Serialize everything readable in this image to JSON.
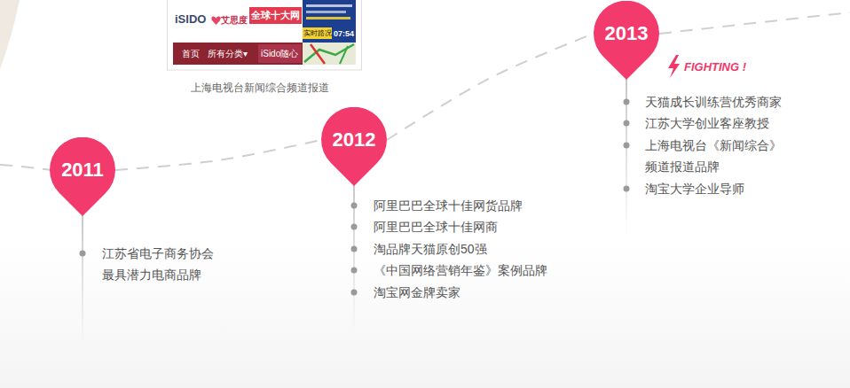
{
  "diagram": {
    "nodes": [
      {
        "text": [
          "2011"
        ]
      },
      {
        "text": [
          "2012"
        ]
      },
      {
        "text": [
          "2013"
        ]
      }
    ],
    "edges": [
      {
        "from": 0,
        "to": 1,
        "arrow": "none"
      },
      {
        "from": 1,
        "to": 2,
        "arrow": "none"
      }
    ],
    "labels": [
      "iSIDO",
      "艾思度",
      "全球十大网",
      "首页",
      "所有分类▾",
      "iSido随心",
      "实时路况",
      "07:54",
      "上海电视台新闻综合频道报道",
      "FIGHTING !",
      "江苏省电子商务协会 最具潜力电商品牌",
      "阿里巴巴全球十佳网货品牌",
      "阿里巴巴全球十佳网商",
      "淘品牌天猫原创50强",
      "《中国网络营销年鉴》案例品牌",
      "淘宝网金牌卖家",
      "天猫成长训练营优秀商家",
      "江苏大学创业客座教授",
      "上海电视台《新闻综合》 频道报道品牌",
      "淘宝大学企业导师"
    ]
  }
}
